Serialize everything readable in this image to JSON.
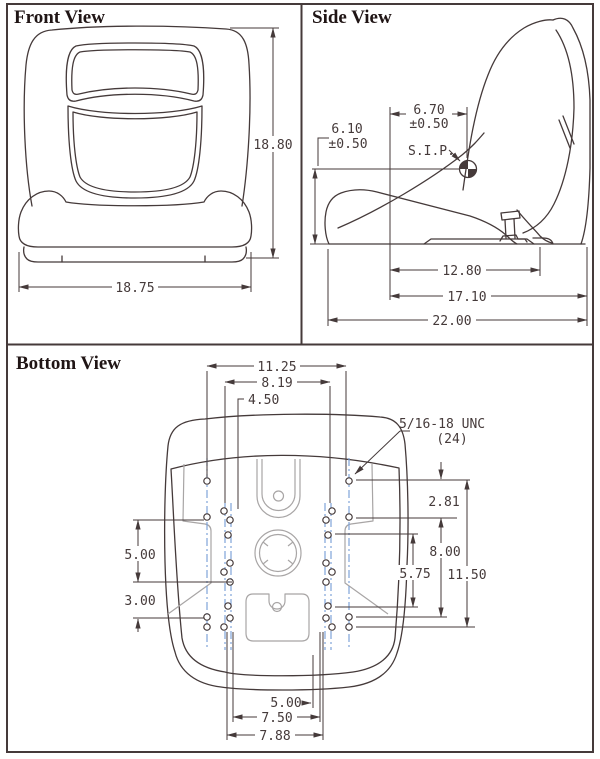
{
  "front": {
    "title": "Front View",
    "height": "18.80",
    "width": "18.75"
  },
  "side": {
    "title": "Side View",
    "sip_h": "6.70",
    "sip_h_tol": "±0.50",
    "sip_v": "6.10",
    "sip_v_tol": "±0.50",
    "sip": "S.I.P.",
    "rail_len": "12.80",
    "pan_len": "17.10",
    "overall_len": "22.00"
  },
  "bottom": {
    "title": "Bottom View",
    "span_outer": "11.25",
    "span_inner": "8.19",
    "span_center": "4.50",
    "thread_spec": "5/16-18 UNC",
    "thread_qty": "(24)",
    "right_top": "2.81",
    "right_mid": "8.00",
    "right_inner": "5.75",
    "right_overall": "11.50",
    "left_upper": "5.00",
    "left_lower": "3.00",
    "bottom_inner": "5.00",
    "bottom_mid": "7.50",
    "bottom_outer": "7.88"
  },
  "colors": {
    "line": "#453a3a",
    "title_ink": "#201515",
    "centerline": "#7fa3d9",
    "detail": "#a8a5a5"
  }
}
